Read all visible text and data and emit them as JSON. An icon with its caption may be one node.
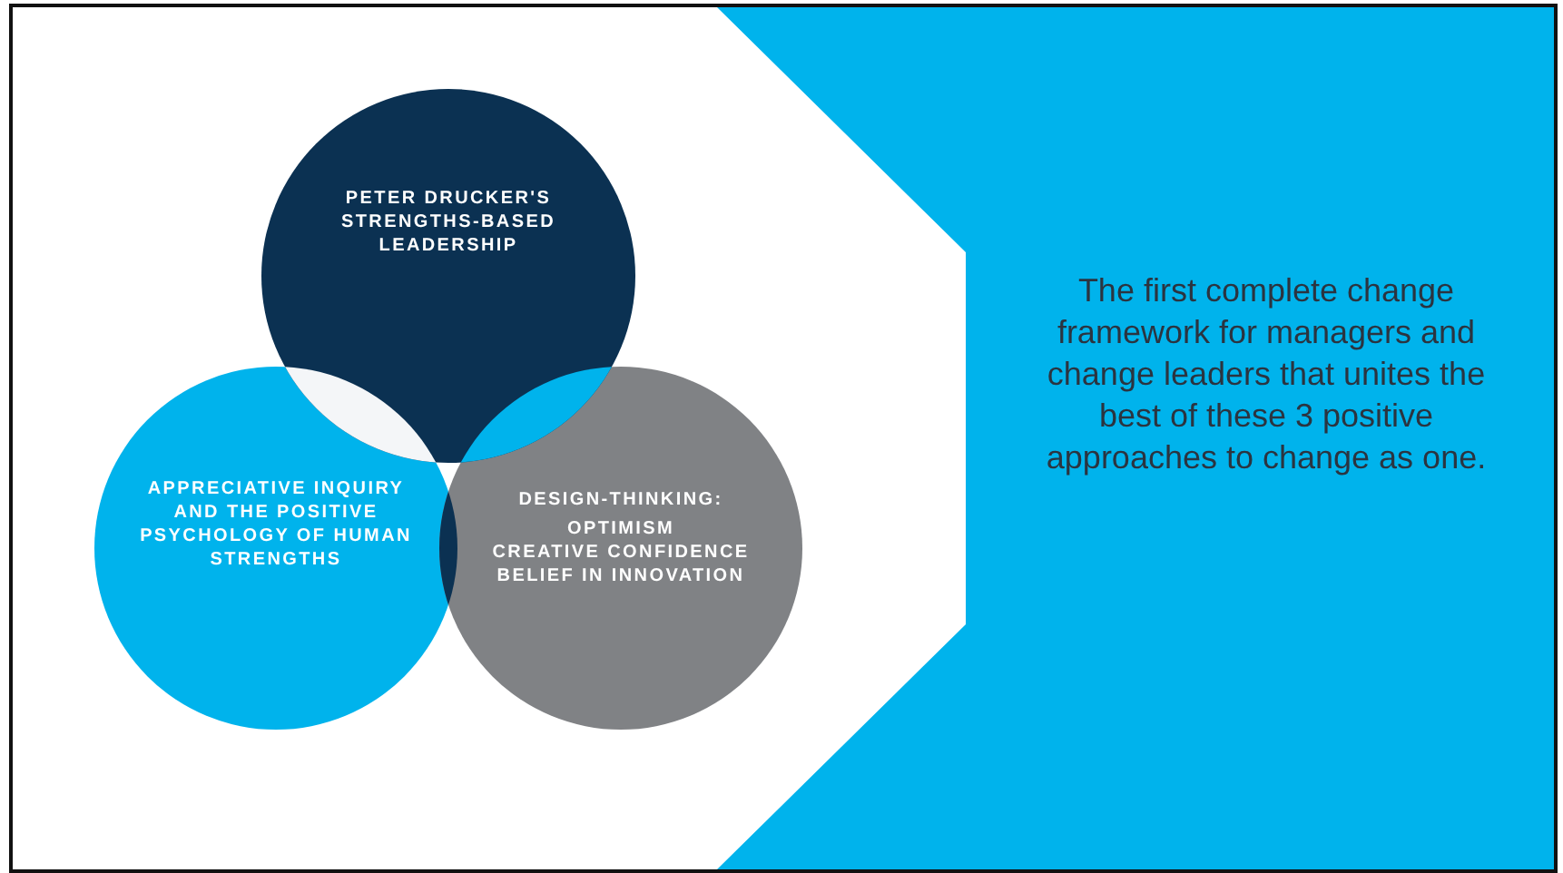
{
  "diagram": {
    "nodes": [
      {
        "text": [
          "PETER DRUCKER'S STRENGTHS-BASED LEADERSHIP"
        ]
      },
      {
        "text": [
          "APPRECIATIVE INQUIRY AND THE POSITIVE PSYCHOLOGY OF HUMAN STRENGTHS"
        ]
      },
      {
        "text": [
          "DESIGN-THINKING:",
          "OPTIMISM",
          "CREATIVE CONFIDENCE",
          "BELIEF IN INNOVATION"
        ]
      },
      {
        "text": [
          "The first complete change framework for managers and change leaders that unites the best of these 3 positive approaches to change as one."
        ]
      }
    ]
  }
}
